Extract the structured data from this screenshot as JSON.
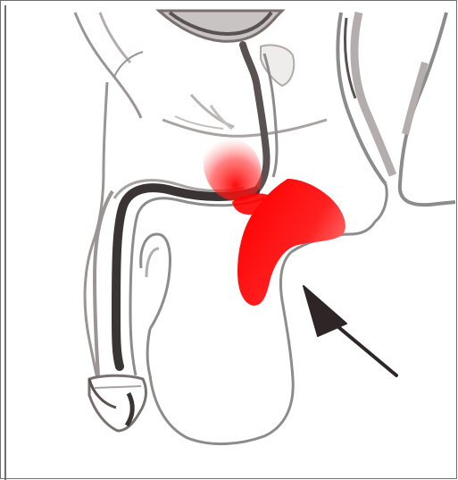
{
  "figure": {
    "kind": "anatomical-illustration",
    "colors": {
      "border": "#6f6f6f",
      "outline": "#8c8c8c",
      "outline_dark": "#5a5252",
      "shadow": "#3a3434",
      "shade_light": "#c9c4c4",
      "highlight_red": "#ff0000",
      "arrow": "#2e2626",
      "background": "#ffffff"
    },
    "highlighted_regions": [
      "bladder-neck-region",
      "prostate-region"
    ],
    "pointer": {
      "icon": "arrow-icon",
      "direction": "up-left"
    }
  }
}
